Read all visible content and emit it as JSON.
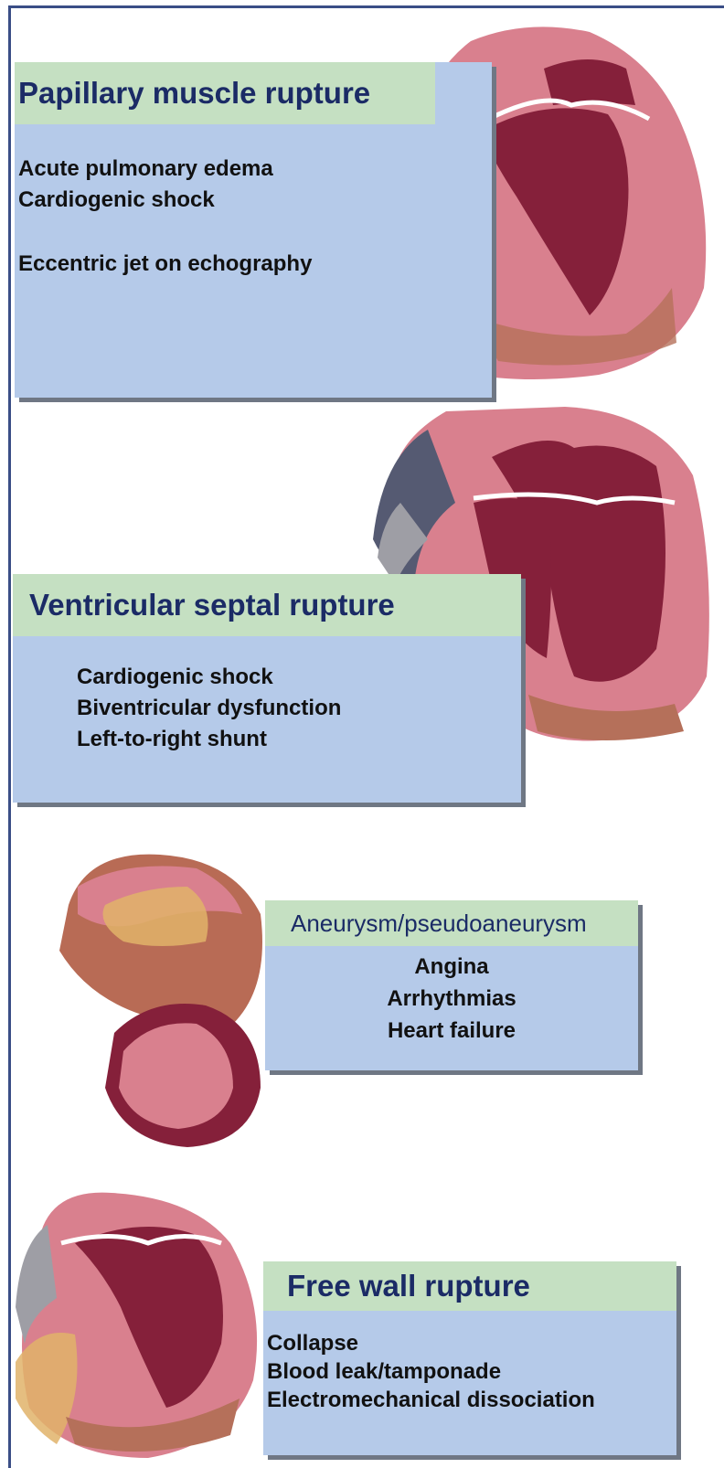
{
  "sections": [
    {
      "title": "Papillary muscle rupture",
      "lines": [
        "Acute pulmonary edema",
        "Cardiogenic shock",
        "",
        "Eccentric jet on echography"
      ]
    },
    {
      "title": "Ventricular septal rupture",
      "lines": [
        "Cardiogenic shock",
        "Biventricular dysfunction",
        "Left-to-right shunt"
      ]
    },
    {
      "title": "Aneurysm/pseudoaneurysm",
      "lines": [
        "Angina",
        "Arrhythmias",
        "Heart failure"
      ]
    },
    {
      "title": "Free wall rupture",
      "lines": [
        "Collapse",
        "Blood leak/tamponade",
        "Electromechanical dissociation"
      ]
    }
  ],
  "colors": {
    "panel_body": "#b5cae9",
    "panel_title": "#c5e0c2",
    "title_text": "#1b2b66",
    "frame": "#3a4e86",
    "myocardium": "#d9808e",
    "cavity": "#85203a",
    "fat": "#e0b36a",
    "pericardium": "#9e9ea5"
  }
}
